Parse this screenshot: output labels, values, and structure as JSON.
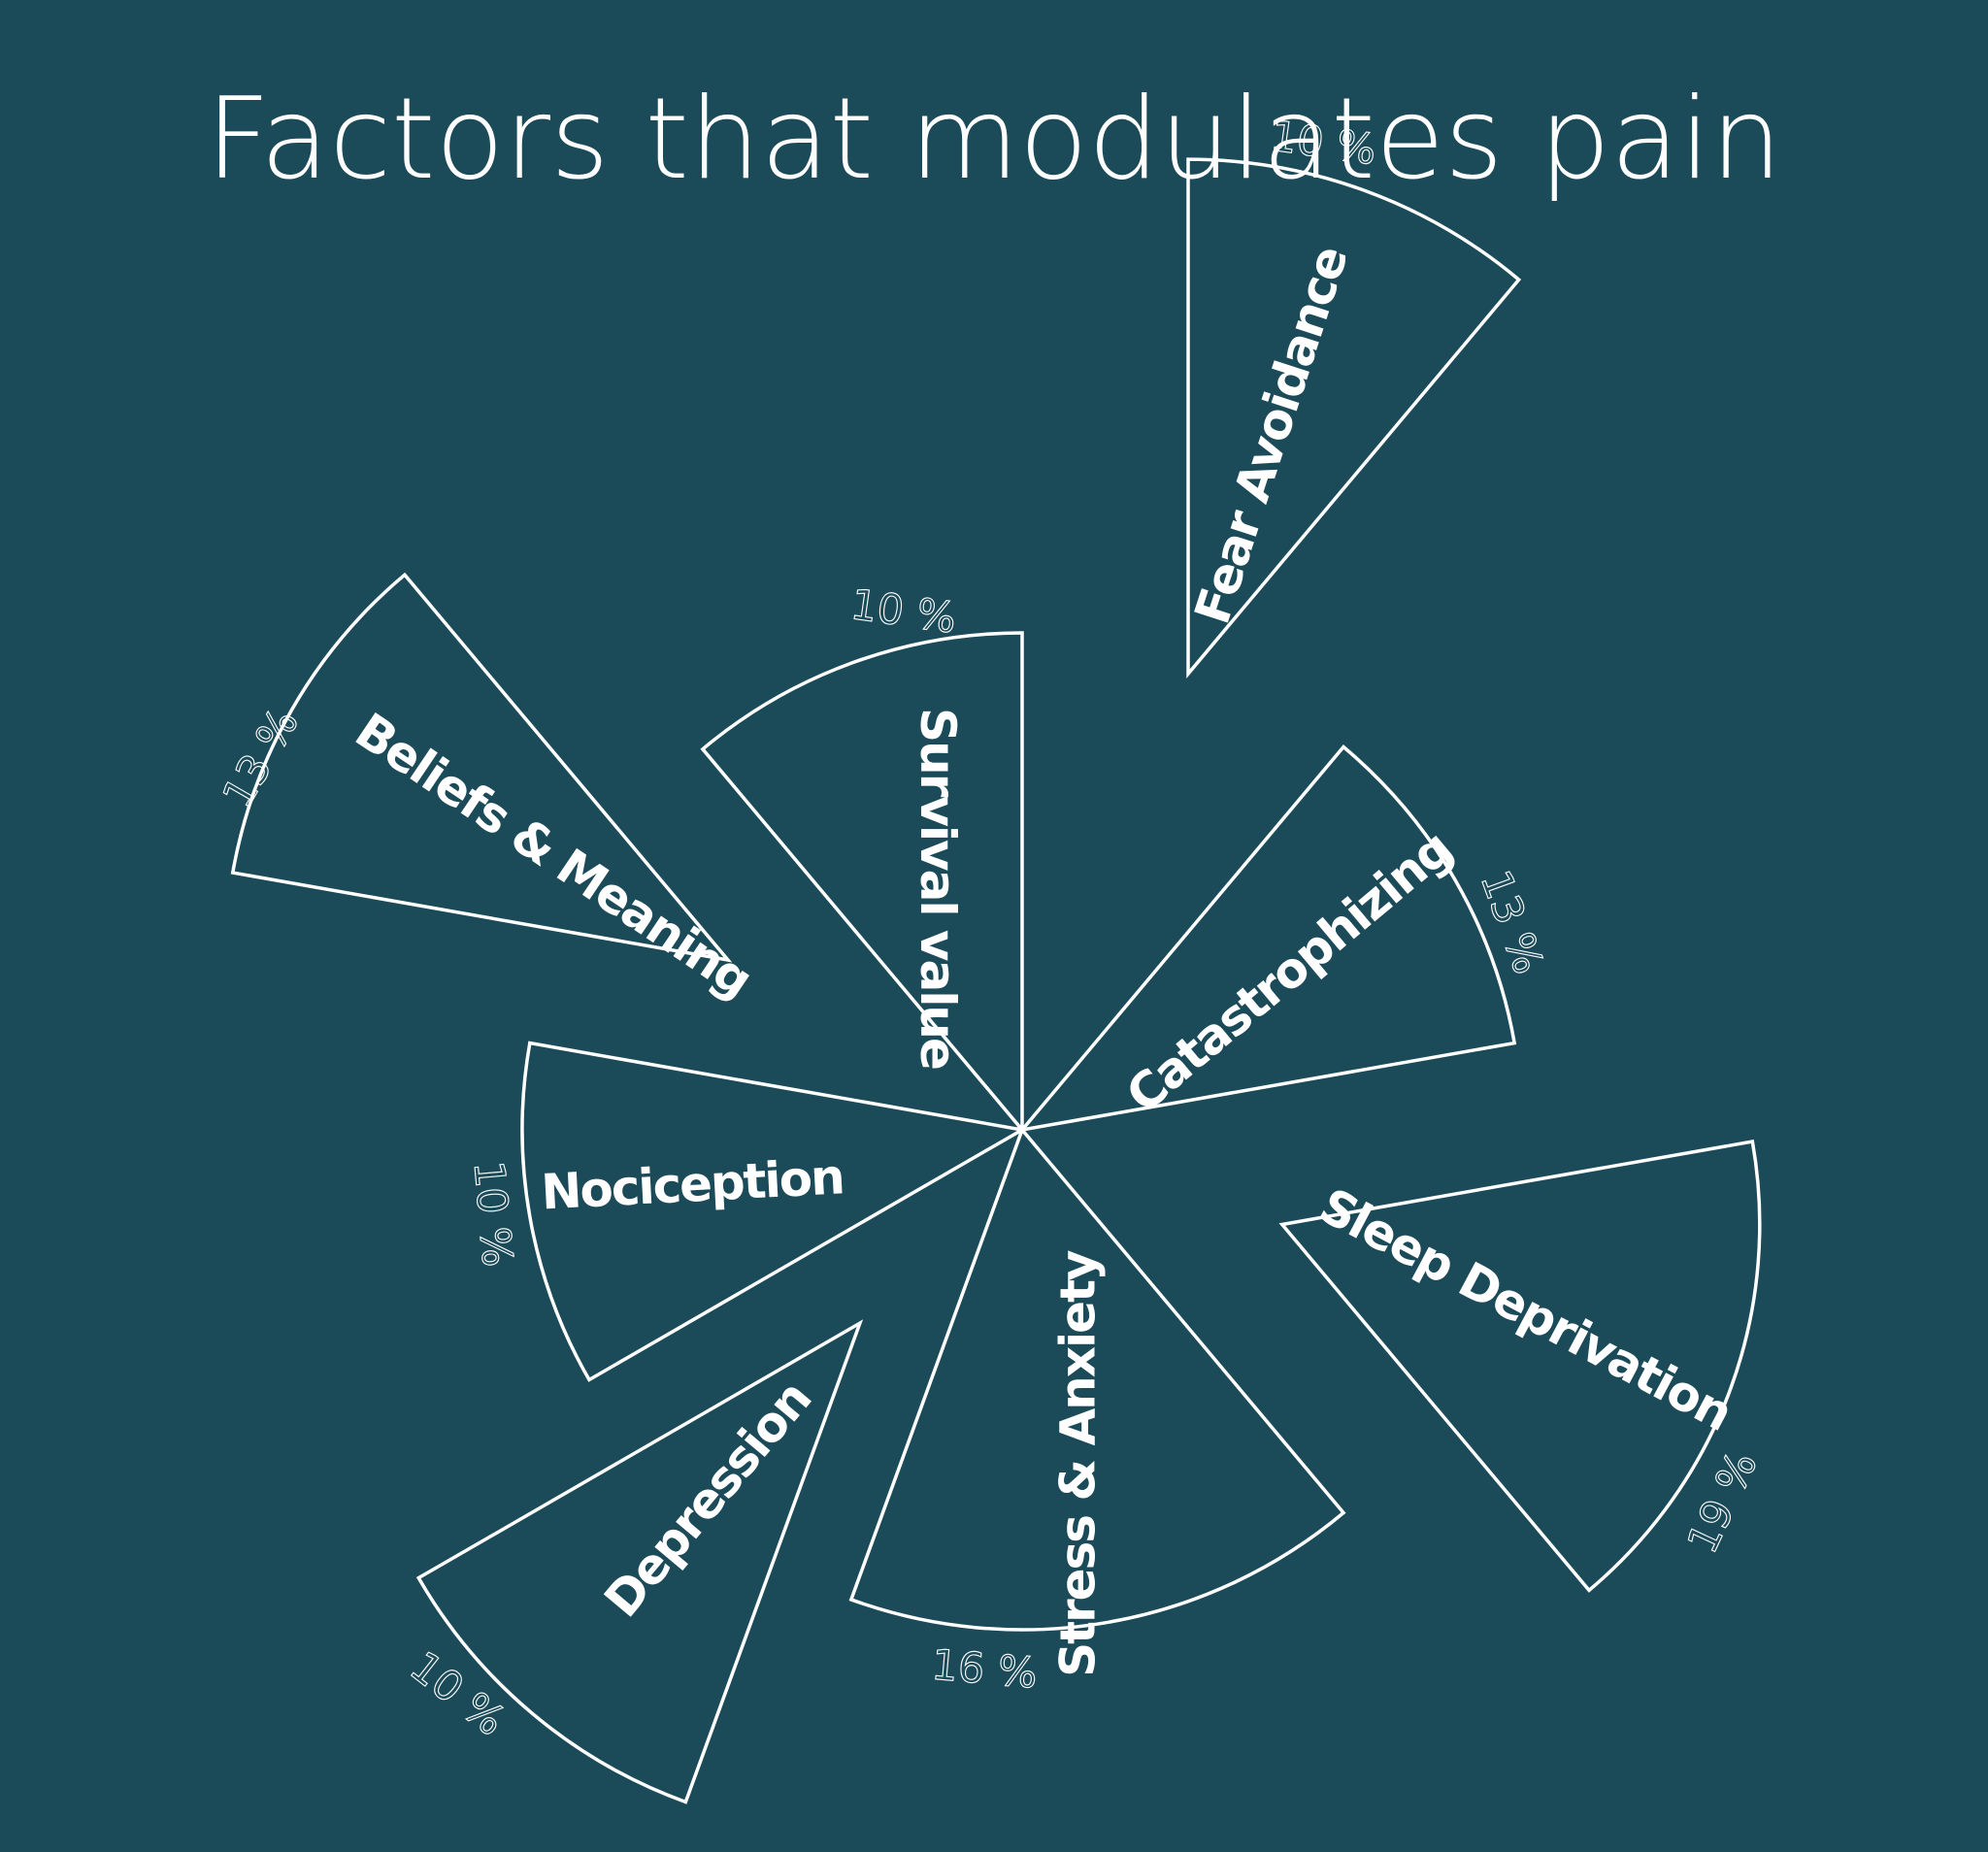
{
  "chart_data": {
    "type": "pie",
    "title": "Factors that modulates pain",
    "colors": {
      "background": "#1b4a59",
      "outline": "#ffffff",
      "text": "#ffffff"
    },
    "slices": [
      {
        "name": "Survival value",
        "value": 10,
        "label": "10 %"
      },
      {
        "name": "Fear Avoidance",
        "value": 10,
        "label": "10 %"
      },
      {
        "name": "Catastrophizing",
        "value": 13,
        "label": "13 %"
      },
      {
        "name": "Sleep Deprivation",
        "value": 19,
        "label": "19 %"
      },
      {
        "name": "Stress & Anxiety",
        "value": 16,
        "label": "16 %"
      },
      {
        "name": "Depression",
        "value": 10,
        "label": "10 %"
      },
      {
        "name": "Nociception",
        "value": 10,
        "label": "10 %"
      },
      {
        "name": "Beliefs & Meaning",
        "value": 13,
        "label": "13 %"
      }
    ]
  }
}
